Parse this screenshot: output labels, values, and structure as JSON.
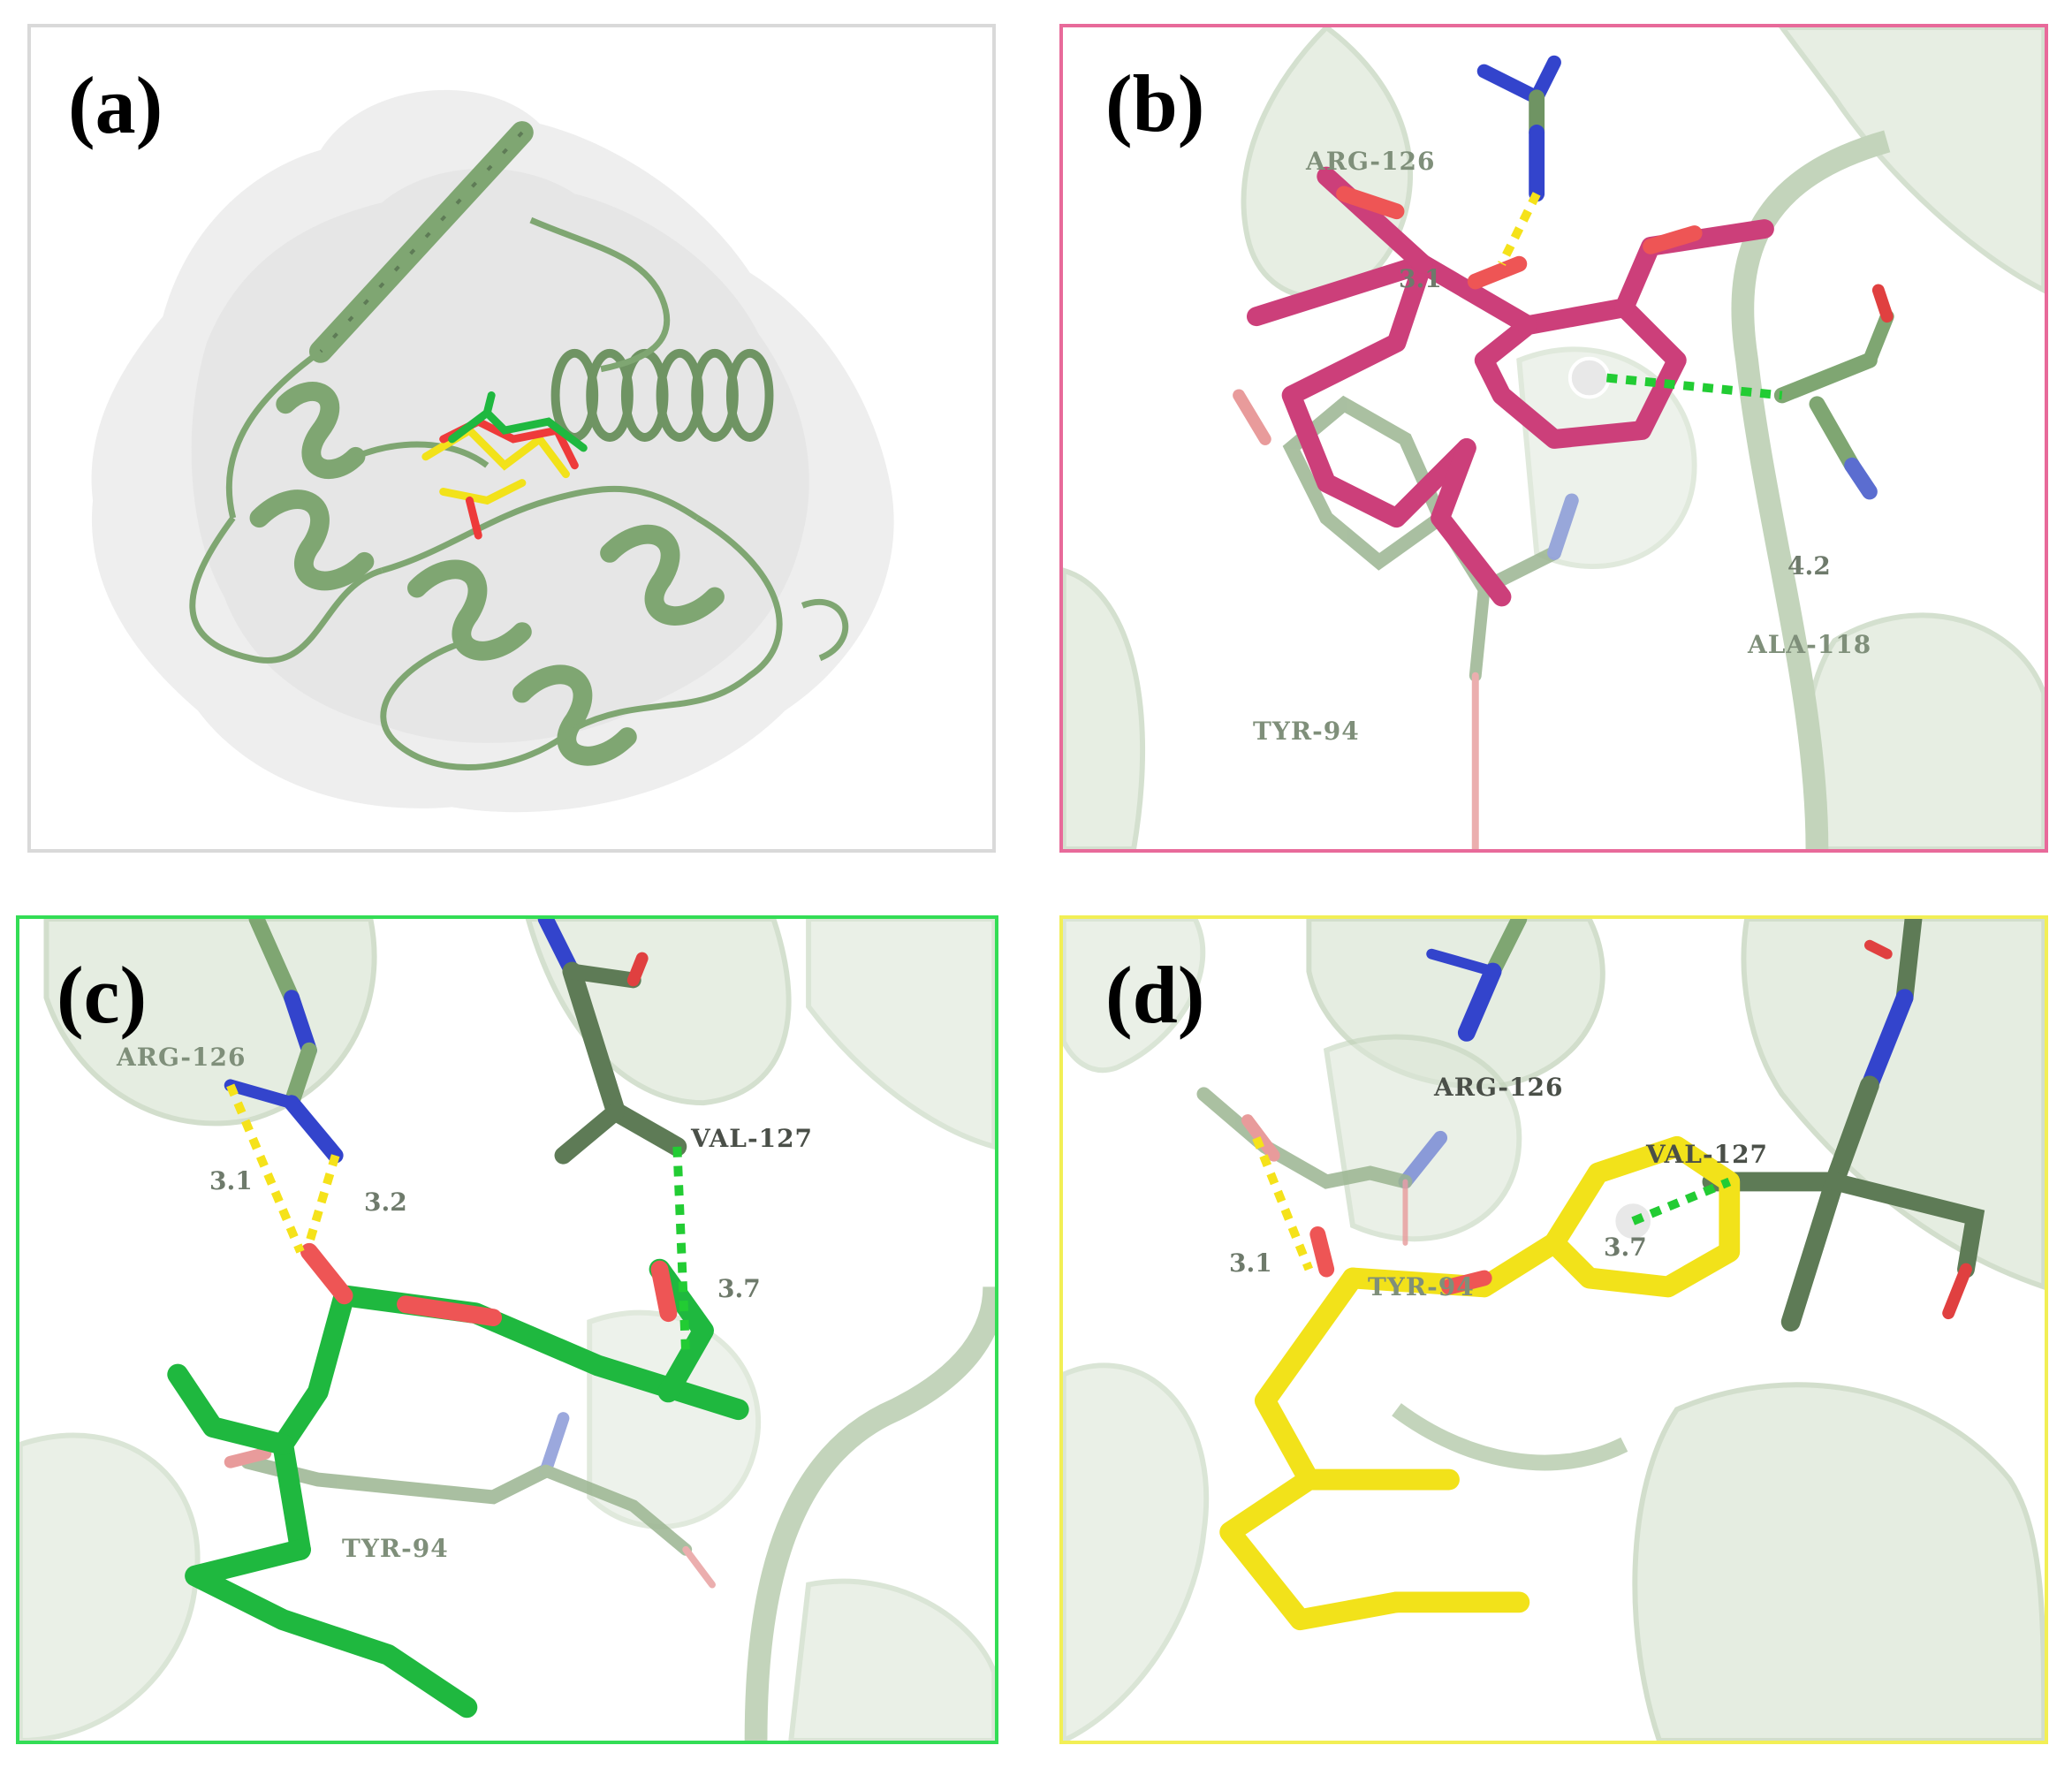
{
  "panels": {
    "a": {
      "label": "(a)",
      "border_color": "#d9d9d9"
    },
    "b": {
      "label": "(b)",
      "border_color": "#e86a9a",
      "ligand_color": "#cc3f7a",
      "residues": [
        "ARG-126",
        "ALA-118",
        "TYR-94"
      ],
      "distances": [
        "3.1",
        "4.2"
      ]
    },
    "c": {
      "label": "(c)",
      "border_color": "#33dd55",
      "ligand_color": "#1fb83f",
      "residues": [
        "ARG-126",
        "VAL-127",
        "TYR-94"
      ],
      "distances": [
        "3.1",
        "3.2",
        "3.7"
      ]
    },
    "d": {
      "label": "(d)",
      "border_color": "#f2ef55",
      "ligand_color": "#f2e21a",
      "residues": [
        "ARG-126",
        "VAL-127",
        "TYR-94"
      ],
      "distances": [
        "3.1",
        "3.7"
      ]
    }
  },
  "colors": {
    "protein": "#7fa672",
    "protein_light": "#c9d9c2",
    "protein_dark": "#5e7b56",
    "hbond": "#f5e21a",
    "pi_contact": "#22cc33",
    "oxygen": "#e04040",
    "nitrogen": "#3344cc"
  }
}
